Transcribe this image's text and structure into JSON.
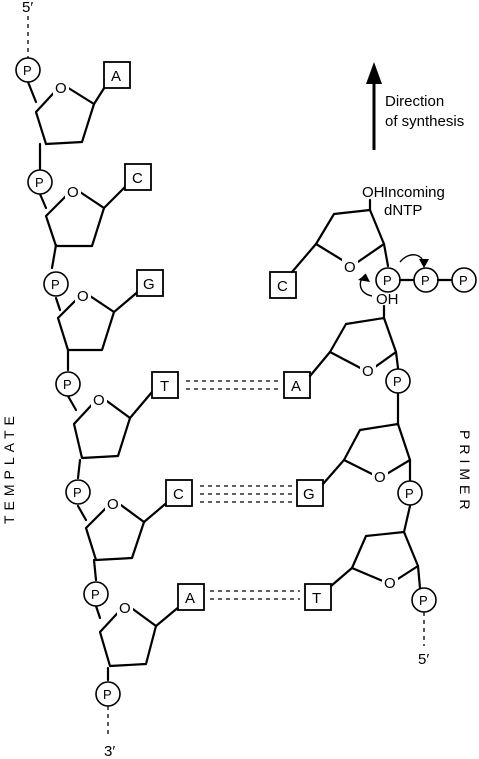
{
  "labels": {
    "template": "TEMPLATE",
    "primer": "PRIMER",
    "direction": [
      "Direction",
      "of synthesis"
    ],
    "incoming": [
      "Incoming",
      "dNTP"
    ],
    "hydroxyl": "OH",
    "ring_oxygen": "O",
    "phosphate": "P",
    "template_top_end": "5′",
    "template_bottom_end": "3′",
    "primer_bottom_end": "5′"
  },
  "template_bases": [
    "A",
    "C",
    "G",
    "T",
    "C",
    "A"
  ],
  "primer_bases": [
    "A",
    "G",
    "T"
  ],
  "incoming_base": "C",
  "base_pairs": [
    {
      "template": "T",
      "primer": "A",
      "bonds": 2
    },
    {
      "template": "C",
      "primer": "G",
      "bonds": 3
    },
    {
      "template": "A",
      "primer": "T",
      "bonds": 2
    }
  ]
}
